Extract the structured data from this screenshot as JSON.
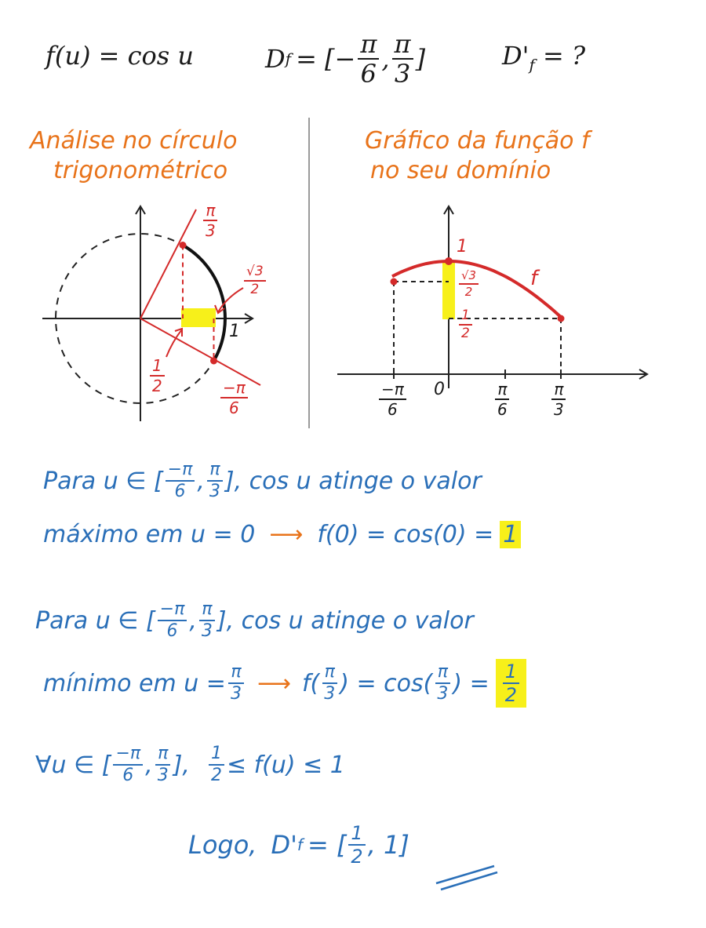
{
  "header": {
    "function_def": "f(u) = cos u",
    "domain_lhs": "D",
    "domain_sub": "f",
    "domain_eq": "= [",
    "domain_a_sign": "−",
    "domain_a_num": "π",
    "domain_a_den": "6",
    "domain_sep": ",",
    "domain_b_num": "π",
    "domain_b_den": "3",
    "domain_close": "]",
    "range_lhs": "D'",
    "range_sub": "f",
    "range_q": "= ?"
  },
  "left_panel": {
    "title_line1": "Análise no círculo",
    "title_line2": "trigonométrico",
    "label_pi3_num": "π",
    "label_pi3_den": "3",
    "label_sqrt3_num": "√3",
    "label_sqrt3_den": "2",
    "label_one": "1",
    "label_half_num": "1",
    "label_half_den": "2",
    "label_mpi6_num": "−π",
    "label_mpi6_den": "6"
  },
  "right_panel": {
    "title_line1": "Gráfico da função f",
    "title_line2": "no seu domínio",
    "label_one": "1",
    "label_sqrt3_num": "√3",
    "label_sqrt3_den": "2",
    "label_half_num": "1",
    "label_half_den": "2",
    "label_f": "f",
    "tick_mpi6_num": "−π",
    "tick_mpi6_den": "6",
    "tick_zero": "0",
    "tick_pi6_num": "π",
    "tick_pi6_den": "6",
    "tick_pi3_num": "π",
    "tick_pi3_den": "3"
  },
  "body": {
    "max_line1_a": "Para u ∈ [",
    "max_line1_frac1_num": "−π",
    "max_line1_frac1_den": "6",
    "max_line1_sep": ",",
    "max_line1_frac2_num": "π",
    "max_line1_frac2_den": "3",
    "max_line1_b": "], cos u atinge o valor",
    "max_line2_a": "máximo em u = 0",
    "max_line2_arrow": "⟶",
    "max_line2_b": "f(0) = cos(0) =",
    "max_result": "1",
    "min_line1_a": "Para u ∈ [",
    "min_line1_frac1_num": "−π",
    "min_line1_frac1_den": "6",
    "min_line1_sep": ",",
    "min_line1_frac2_num": "π",
    "min_line1_frac2_den": "3",
    "min_line1_b": "], cos u atinge o valor",
    "min_line2_a": "mínimo em u =",
    "min_line2_frac_num": "π",
    "min_line2_frac_den": "3",
    "min_line2_arrow": "⟶",
    "min_line2_f": "f(",
    "min_line2_f_num": "π",
    "min_line2_f_den": "3",
    "min_line2_mid": ") = cos(",
    "min_line2_c_num": "π",
    "min_line2_c_den": "3",
    "min_line2_end": ") =",
    "min_result_num": "1",
    "min_result_den": "2",
    "forall_a": "∀u ∈ [",
    "forall_frac1_num": "−π",
    "forall_frac1_den": "6",
    "forall_sep": ",",
    "forall_frac2_num": "π",
    "forall_frac2_den": "3",
    "forall_b": "],",
    "forall_half_num": "1",
    "forall_half_den": "2",
    "forall_c": "≤ f(u) ≤ 1",
    "logo_a": "Logo,",
    "logo_d": "D'",
    "logo_sub": "f",
    "logo_b": "= [",
    "logo_half_num": "1",
    "logo_half_den": "2",
    "logo_c": ", 1]"
  },
  "colors": {
    "orange": "#e8731a",
    "blue": "#2a6fb8",
    "red": "#d42a2a",
    "highlight": "#f7f01a",
    "ink": "#1a1a1a"
  }
}
